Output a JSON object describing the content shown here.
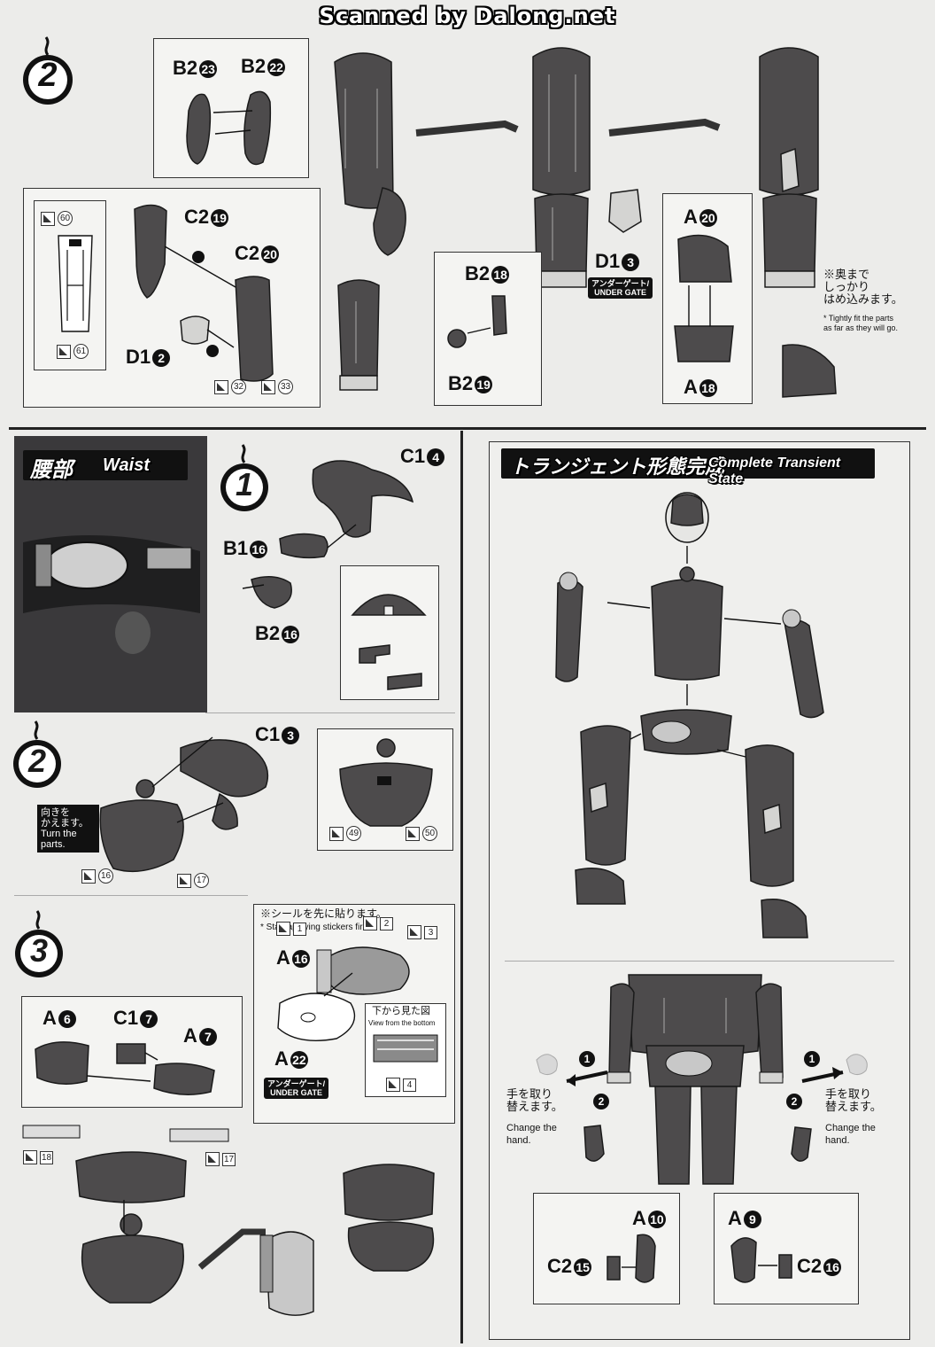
{
  "scan_credit": "Scanned by Dalong.net",
  "steps": {
    "leg_step": "2",
    "waist_step1": "1",
    "waist_step2": "2",
    "waist_step3": "3"
  },
  "leg_section": {
    "parts": {
      "b2_23": "B2",
      "b2_23_n": "23",
      "b2_22": "B2",
      "b2_22_n": "22",
      "c2_19": "C2",
      "c2_19_n": "19",
      "c2_20": "C2",
      "c2_20_n": "20",
      "d1_2": "D1",
      "d1_2_n": "2",
      "d1_3": "D1",
      "d1_3_n": "3",
      "b2_18": "B2",
      "b2_18_n": "18",
      "b2_19": "B2",
      "b2_19_n": "19",
      "a_20": "A",
      "a_20_n": "20",
      "a_18": "A",
      "a_18_n": "18"
    },
    "stickers": {
      "s60": "60",
      "s61": "61",
      "s32": "32",
      "s33": "33"
    },
    "under_gate": "アンダーゲート/\nUNDER GATE",
    "note_jp": "※奥まで\nしっかり\nはめ込みます。",
    "note_en": "* Tightly fit the parts\nas far as they will go."
  },
  "waist_section": {
    "title_jp": "腰部",
    "title_en": "Waist",
    "parts": {
      "c1_4": "C1",
      "c1_4_n": "4",
      "b1_16": "B1",
      "b1_16_n": "16",
      "b2_16": "B2",
      "b2_16_n": "16",
      "c1_3": "C1",
      "c1_3_n": "3",
      "a_6": "A",
      "a_6_n": "6",
      "c1_7": "C1",
      "c1_7_n": "7",
      "a_7": "A",
      "a_7_n": "7",
      "a_16": "A",
      "a_16_n": "16",
      "a_22": "A",
      "a_22_n": "22"
    },
    "turn_note": "向きを\nかえます。\nTurn the\nparts.",
    "stickers": {
      "s49": "49",
      "s50": "50",
      "s16": "16",
      "s17": "17",
      "s18": "18",
      "s17b": "17",
      "s1": "1",
      "s2": "2",
      "s3": "3",
      "s4": "4"
    },
    "sticker_note_jp": "※シールを先に貼ります。",
    "sticker_note_en": "* Start applying stickers first.",
    "view_bottom_jp": "下から見た図",
    "view_bottom_en": "View from the bottom",
    "under_gate": "アンダーゲート/\nUNDER GATE"
  },
  "complete_section": {
    "title_jp": "トランジェント形態完成",
    "title_en": "Complete Transient State",
    "hand_note_jp_left": "手を取り\n替えます。",
    "hand_note_en_left": "Change the\nhand.",
    "hand_note_jp_right": "手を取り\n替えます。",
    "hand_note_en_right": "Change the\nhand.",
    "parts": {
      "a_10": "A",
      "a_10_n": "10",
      "c2_15": "C2",
      "c2_15_n": "15",
      "a_9": "A",
      "a_9_n": "9",
      "c2_16": "C2",
      "c2_16_n": "16"
    }
  }
}
